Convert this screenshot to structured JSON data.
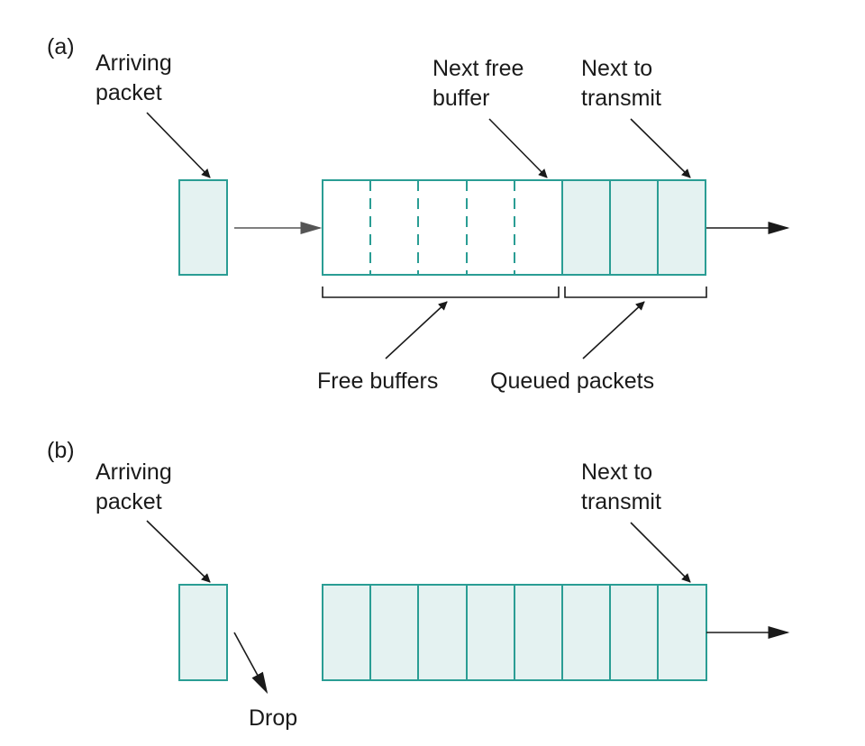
{
  "colors": {
    "cell_fill": "#e4f2f1",
    "cell_stroke": "#2a9d94",
    "arrow": "#1a1a1a"
  },
  "panel_a": {
    "tag": "(a)",
    "arriving_line1": "Arriving",
    "arriving_line2": "packet",
    "next_free_line1": "Next free",
    "next_free_line2": "buffer",
    "next_tx_line1": "Next to",
    "next_tx_line2": "transmit",
    "free_buffers": "Free buffers",
    "queued_packets": "Queued packets",
    "free_slots": 5,
    "queued_slots": 3
  },
  "panel_b": {
    "tag": "(b)",
    "arriving_line1": "Arriving",
    "arriving_line2": "packet",
    "next_tx_line1": "Next to",
    "next_tx_line2": "transmit",
    "drop": "Drop",
    "queued_slots": 8
  }
}
